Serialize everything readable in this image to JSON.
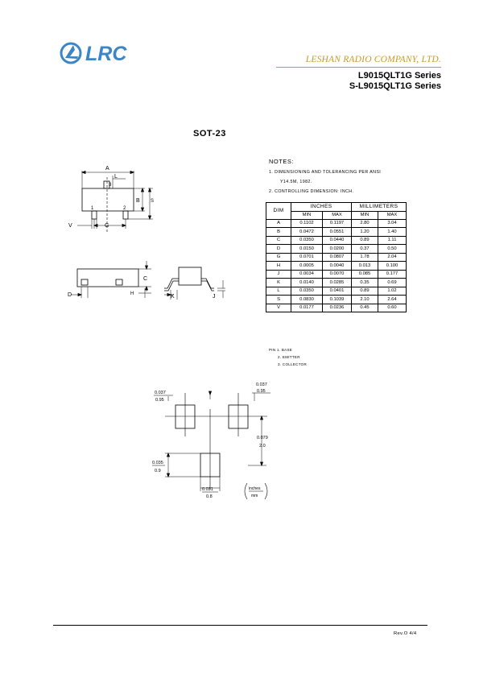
{
  "header": {
    "logo_text": "LRC",
    "company": "LESHAN RADIO COMPANY, LTD.",
    "series_1": "L9015QLT1G  Series",
    "series_2": "S-L9015QLT1G  Series"
  },
  "package": "SOT-23",
  "notes": {
    "title": "NOTES:",
    "note1_a": "1. DIMENSIONING AND TOLERANCING PER ANSI",
    "note1_b": "Y14.5M, 1982.",
    "note2": "2. CONTROLLING DIMENSION: INCH."
  },
  "dim_table": {
    "col_dim": "DIM",
    "col_inches": "INCHES",
    "col_mm": "MILLIMETERS",
    "sub_min": "MIN",
    "sub_max": "MAX",
    "rows": [
      {
        "dim": "A",
        "in_min": "0.1102",
        "in_max": "0.1197",
        "mm_min": "2.80",
        "mm_max": "3.04"
      },
      {
        "dim": "B",
        "in_min": "0.0472",
        "in_max": "0.0551",
        "mm_min": "1.20",
        "mm_max": "1.40"
      },
      {
        "dim": "C",
        "in_min": "0.0350",
        "in_max": "0.0440",
        "mm_min": "0.89",
        "mm_max": "1.11"
      },
      {
        "dim": "D",
        "in_min": "0.0150",
        "in_max": "0.0200",
        "mm_min": "0.37",
        "mm_max": "0.50"
      },
      {
        "dim": "G",
        "in_min": "0.0701",
        "in_max": "0.0807",
        "mm_min": "1.78",
        "mm_max": "2.04"
      },
      {
        "dim": "H",
        "in_min": "0.0005",
        "in_max": "0.0040",
        "mm_min": "0.013",
        "mm_max": "0.100"
      },
      {
        "dim": "J",
        "in_min": "0.0034",
        "in_max": "0.0070",
        "mm_min": "0.085",
        "mm_max": "0.177"
      },
      {
        "dim": "K",
        "in_min": "0.0140",
        "in_max": "0.0285",
        "mm_min": "0.35",
        "mm_max": "0.69"
      },
      {
        "dim": "L",
        "in_min": "0.0350",
        "in_max": "0.0401",
        "mm_min": "0.89",
        "mm_max": "1.02"
      },
      {
        "dim": "S",
        "in_min": "0.0830",
        "in_max": "0.1039",
        "mm_min": "2.10",
        "mm_max": "2.64"
      },
      {
        "dim": "V",
        "in_min": "0.0177",
        "in_max": "0.0236",
        "mm_min": "0.45",
        "mm_max": "0.60"
      }
    ]
  },
  "pins": {
    "pin1": "PIN 1. BASE",
    "pin2": "2. EMITTER",
    "pin3": "3. COLLECTOR"
  },
  "drawing_labels": {
    "A": "A",
    "L": "L",
    "B": "B",
    "S": "S",
    "V": "V",
    "G": "G",
    "C": "C",
    "D": "D",
    "H": "H",
    "K": "K",
    "J": "J",
    "pin_1": "1",
    "pin_2": "2",
    "pin_3": "3"
  },
  "footprint": {
    "tl_in": "0.037",
    "tl_mm": "0.95",
    "tr_in": "0.037",
    "tr_mm": "0.95",
    "right_in": "0.079",
    "right_mm": "2.0",
    "left_in": "0.035",
    "left_mm": "0.9",
    "bottom_in": "0.031",
    "bottom_mm": "0.8",
    "unit_in": "inches",
    "unit_mm": "mm"
  },
  "footer": {
    "revision": "Rev.O  4/4"
  },
  "colors": {
    "brand_blue": "#3a86c8",
    "brand_gold": "#c79a2a"
  }
}
